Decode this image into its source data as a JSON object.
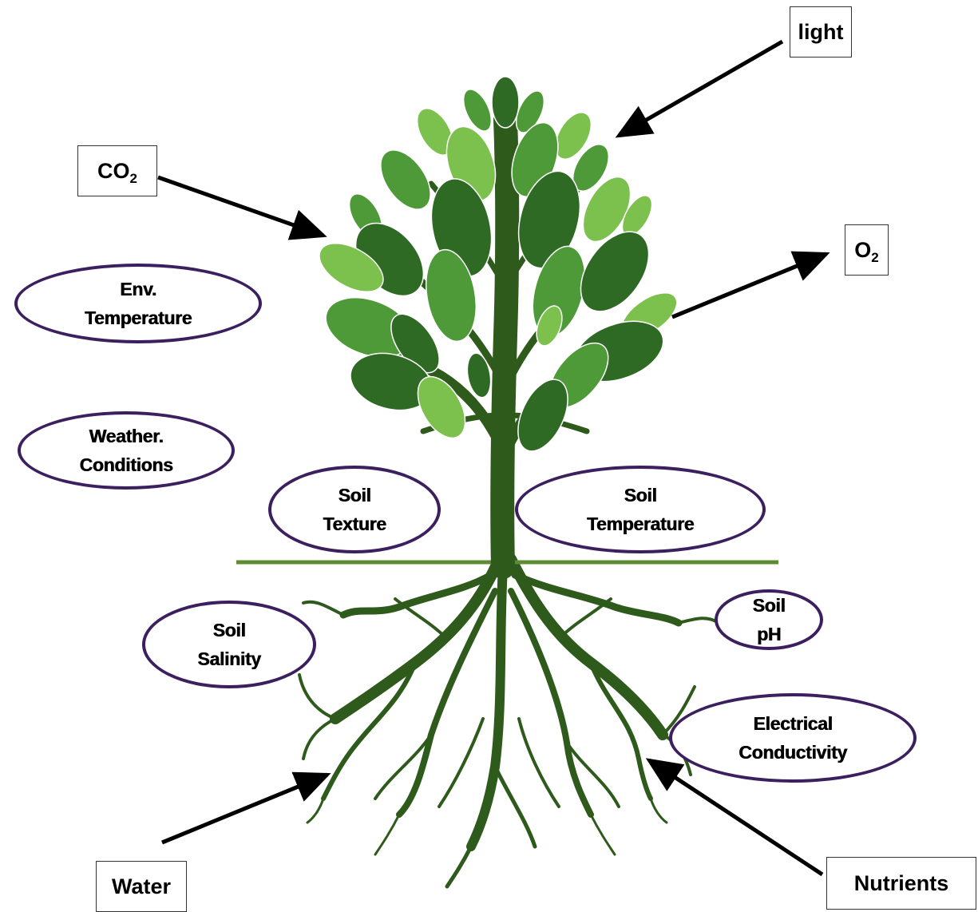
{
  "boxes": {
    "light": "light",
    "co2_main": "CO",
    "co2_sub": "2",
    "o2_main": "O",
    "o2_sub": "2",
    "water": "Water",
    "nutrients": "Nutrients"
  },
  "factors": {
    "env_temperature": [
      "Env.",
      "Temperature"
    ],
    "weather_conditions": [
      "Weather.",
      "Conditions"
    ],
    "soil_texture": [
      "Soil",
      "Texture"
    ],
    "soil_temperature": [
      "Soil",
      "Temperature"
    ],
    "soil_salinity": [
      "Soil",
      "Salinity"
    ],
    "soil_ph": [
      "Soil",
      "pH"
    ],
    "electrical_conductivity": [
      "Electrical",
      "Conductivity"
    ]
  },
  "colors": {
    "trunk": "#2e5a1c",
    "leaf_dark": "#2f6a25",
    "leaf_mid": "#4f9a38",
    "leaf_light": "#7cc04e",
    "ground_line": "#5e8c34",
    "ellipse_border": "#3c1f5e",
    "arrow": "#000000"
  }
}
